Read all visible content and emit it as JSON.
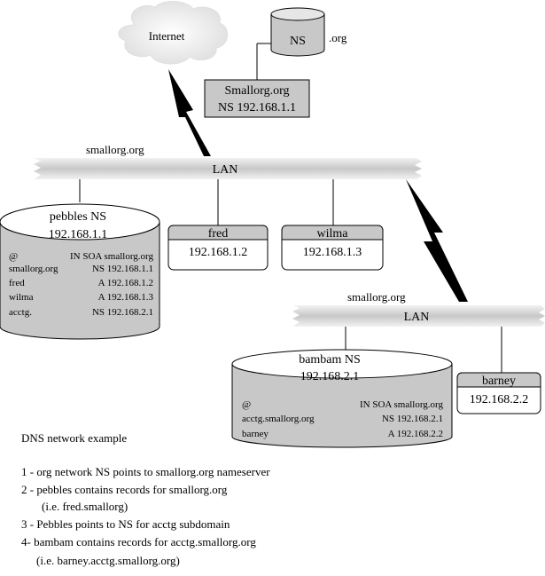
{
  "internet": {
    "label": "Internet"
  },
  "org_ns": {
    "label": "NS",
    "zone_label": ".org"
  },
  "smallorg_box": {
    "line1": "Smallorg.org",
    "line2": "NS 192.168.1.1"
  },
  "lan1": {
    "zone_label": "smallorg.org",
    "label": "LAN"
  },
  "lan2": {
    "zone_label": "smallorg.org",
    "label": "LAN"
  },
  "pebbles": {
    "title": "pebbles NS",
    "ip": "192.168.1.1",
    "records": [
      {
        "name": "@",
        "value": "IN SOA smallorg.org"
      },
      {
        "name": "smallorg.org",
        "value": "NS 192.168.1.1"
      },
      {
        "name": "fred",
        "value": "A 192.168.1.2"
      },
      {
        "name": "wilma",
        "value": "A 192.168.1.3"
      },
      {
        "name": "acctg.",
        "value": "NS 192.168.2.1"
      }
    ]
  },
  "fred": {
    "name": "fred",
    "ip": "192.168.1.2"
  },
  "wilma": {
    "name": "wilma",
    "ip": "192.168.1.3"
  },
  "bambam": {
    "title": "bambam NS",
    "ip": "192.168.2.1",
    "records": [
      {
        "name": "@",
        "value": "IN SOA smallorg.org"
      },
      {
        "name": "acctg.smallorg.org",
        "value": "NS 192.168.2.1"
      },
      {
        "name": "barney",
        "value": "A 192.168.2.2"
      }
    ]
  },
  "barney": {
    "name": "barney",
    "ip": "192.168.2.2"
  },
  "notes": {
    "title": "DNS network example",
    "lines": [
      "1 - org network NS points to smallorg.org nameserver",
      "2 - pebbles contains records for smallorg.org",
      "(i.e. fred.smallorg)",
      "3 - Pebbles points to NS for acctg subdomain",
      "4- bambam contains records for acctg.smallorg.org",
      "(i.e. barney.acctg.smallorg.org)"
    ]
  }
}
